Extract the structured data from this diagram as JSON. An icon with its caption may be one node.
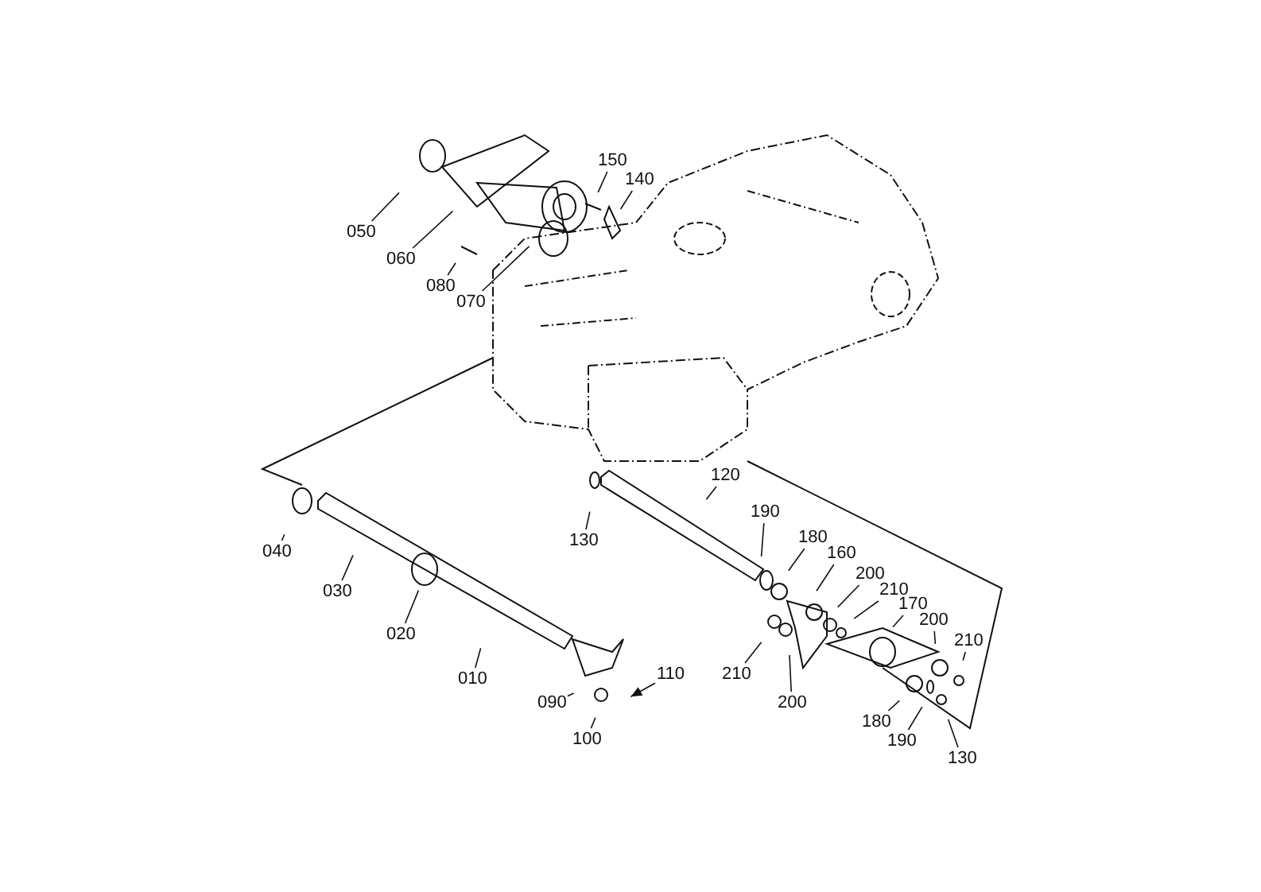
{
  "diagram": {
    "nodes": [
      {
        "text": [
          "150"
        ]
      },
      {
        "text": [
          "140"
        ]
      },
      {
        "text": [
          "050"
        ]
      },
      {
        "text": [
          "060"
        ]
      },
      {
        "text": [
          "080"
        ]
      },
      {
        "text": [
          "070"
        ]
      },
      {
        "text": [
          "120"
        ]
      },
      {
        "text": [
          "130"
        ]
      },
      {
        "text": [
          "190"
        ]
      },
      {
        "text": [
          "180"
        ]
      },
      {
        "text": [
          "040"
        ]
      },
      {
        "text": [
          "160"
        ]
      },
      {
        "text": [
          "200"
        ]
      },
      {
        "text": [
          "210"
        ]
      },
      {
        "text": [
          "030"
        ]
      },
      {
        "text": [
          "170"
        ]
      },
      {
        "text": [
          "200"
        ]
      },
      {
        "text": [
          "020"
        ]
      },
      {
        "text": [
          "210"
        ]
      },
      {
        "text": [
          "010"
        ]
      },
      {
        "text": [
          "210"
        ]
      },
      {
        "text": [
          "200"
        ]
      },
      {
        "text": [
          "110"
        ]
      },
      {
        "text": [
          "090"
        ]
      },
      {
        "text": [
          "180"
        ]
      },
      {
        "text": [
          "100"
        ]
      },
      {
        "text": [
          "190"
        ]
      },
      {
        "text": [
          "130"
        ]
      }
    ],
    "edges": [
      {
        "from": 0,
        "to": null,
        "arrow": "none"
      },
      {
        "from": 1,
        "to": null,
        "arrow": "none"
      },
      {
        "from": 2,
        "to": null,
        "arrow": "none"
      },
      {
        "from": 3,
        "to": null,
        "arrow": "none"
      },
      {
        "from": 4,
        "to": null,
        "arrow": "none"
      },
      {
        "from": 5,
        "to": null,
        "arrow": "none"
      },
      {
        "from": 6,
        "to": null,
        "arrow": "none"
      },
      {
        "from": 7,
        "to": null,
        "arrow": "none"
      },
      {
        "from": 8,
        "to": null,
        "arrow": "none"
      },
      {
        "from": 9,
        "to": null,
        "arrow": "none"
      },
      {
        "from": 10,
        "to": null,
        "arrow": "none"
      },
      {
        "from": 11,
        "to": null,
        "arrow": "none"
      },
      {
        "from": 12,
        "to": null,
        "arrow": "none"
      },
      {
        "from": 13,
        "to": null,
        "arrow": "none"
      },
      {
        "from": 14,
        "to": null,
        "arrow": "none"
      },
      {
        "from": 15,
        "to": null,
        "arrow": "none"
      },
      {
        "from": 16,
        "to": null,
        "arrow": "none"
      },
      {
        "from": 17,
        "to": null,
        "arrow": "none"
      },
      {
        "from": 18,
        "to": null,
        "arrow": "none"
      },
      {
        "from": 19,
        "to": null,
        "arrow": "none"
      },
      {
        "from": 20,
        "to": null,
        "arrow": "none"
      },
      {
        "from": 21,
        "to": null,
        "arrow": "none"
      },
      {
        "from": 22,
        "to": null,
        "arrow": "to"
      },
      {
        "from": 23,
        "to": null,
        "arrow": "none"
      },
      {
        "from": 24,
        "to": null,
        "arrow": "none"
      },
      {
        "from": 25,
        "to": null,
        "arrow": "none"
      },
      {
        "from": 26,
        "to": null,
        "arrow": "none"
      },
      {
        "from": 27,
        "to": null,
        "arrow": "none"
      }
    ]
  }
}
